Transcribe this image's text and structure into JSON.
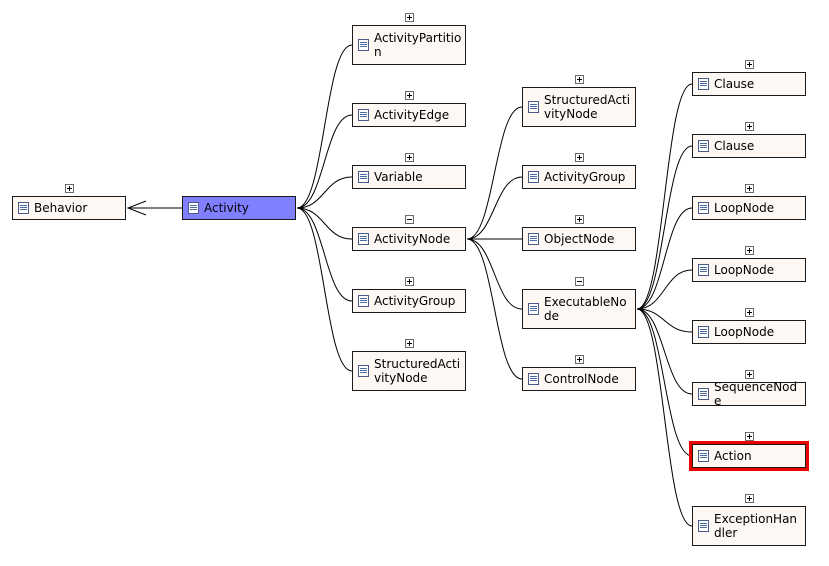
{
  "diagram": {
    "nodes": {
      "behavior": {
        "label": "Behavior",
        "toggle": "plus"
      },
      "activity": {
        "label": "Activity",
        "toggle": "none"
      },
      "activity_partition": {
        "label": "ActivityPartition",
        "toggle": "plus"
      },
      "activity_edge": {
        "label": "ActivityEdge",
        "toggle": "plus"
      },
      "variable": {
        "label": "Variable",
        "toggle": "plus"
      },
      "activity_node": {
        "label": "ActivityNode",
        "toggle": "minus"
      },
      "activity_group": {
        "label": "ActivityGroup",
        "toggle": "plus"
      },
      "structured_activity_node": {
        "label": "StructuredActivityNode",
        "toggle": "plus"
      },
      "structured_activity_node_2": {
        "label": "StructuredActivityNode",
        "toggle": "plus"
      },
      "activity_group_2": {
        "label": "ActivityGroup",
        "toggle": "plus"
      },
      "object_node": {
        "label": "ObjectNode",
        "toggle": "plus"
      },
      "executable_node": {
        "label": "ExecutableNode",
        "toggle": "minus"
      },
      "control_node": {
        "label": "ControlNode",
        "toggle": "plus"
      },
      "clause_1": {
        "label": "Clause",
        "toggle": "plus"
      },
      "clause_2": {
        "label": "Clause",
        "toggle": "plus"
      },
      "loop_node_1": {
        "label": "LoopNode",
        "toggle": "plus"
      },
      "loop_node_2": {
        "label": "LoopNode",
        "toggle": "plus"
      },
      "loop_node_3": {
        "label": "LoopNode",
        "toggle": "plus"
      },
      "sequence_node": {
        "label": "SequenceNode",
        "toggle": "plus"
      },
      "action": {
        "label": "Action",
        "toggle": "plus"
      },
      "exception_handler": {
        "label": "ExceptionHandler",
        "toggle": "plus"
      }
    },
    "selected_node": "Activity",
    "highlighted_node": "Action",
    "colors": {
      "selected_fill": "#7f7fff",
      "node_fill": "#fdf8f4",
      "highlight_border": "#ee0000",
      "edge": "#000000"
    },
    "edges": [
      {
        "from": "activity",
        "to": "behavior",
        "arrow": "open"
      },
      {
        "from": "activity",
        "to": "activity_partition"
      },
      {
        "from": "activity",
        "to": "activity_edge"
      },
      {
        "from": "activity",
        "to": "variable"
      },
      {
        "from": "activity",
        "to": "activity_node"
      },
      {
        "from": "activity",
        "to": "activity_group"
      },
      {
        "from": "activity",
        "to": "structured_activity_node"
      },
      {
        "from": "activity_node",
        "to": "structured_activity_node_2"
      },
      {
        "from": "activity_node",
        "to": "activity_group_2"
      },
      {
        "from": "activity_node",
        "to": "object_node"
      },
      {
        "from": "activity_node",
        "to": "executable_node"
      },
      {
        "from": "activity_node",
        "to": "control_node"
      },
      {
        "from": "executable_node",
        "to": "clause_1"
      },
      {
        "from": "executable_node",
        "to": "clause_2"
      },
      {
        "from": "executable_node",
        "to": "loop_node_1"
      },
      {
        "from": "executable_node",
        "to": "loop_node_2"
      },
      {
        "from": "executable_node",
        "to": "loop_node_3"
      },
      {
        "from": "executable_node",
        "to": "sequence_node"
      },
      {
        "from": "executable_node",
        "to": "action"
      },
      {
        "from": "executable_node",
        "to": "exception_handler"
      }
    ]
  }
}
